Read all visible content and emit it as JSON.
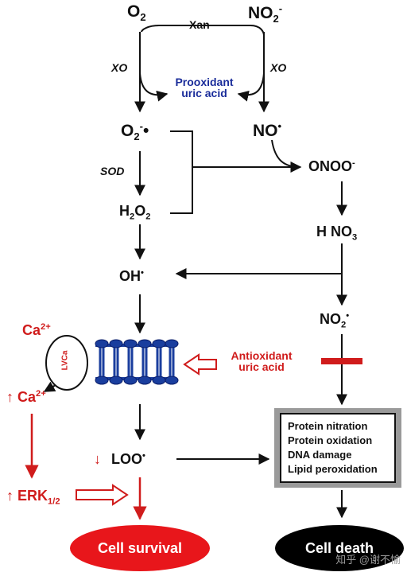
{
  "colors": {
    "black": "#111111",
    "red": "#d01c1c",
    "blue": "#1a2c9a",
    "membrane": "#1a3e9e",
    "survival": "#e8161b",
    "death": "#000000"
  },
  "nodes": {
    "o2": "O",
    "o2_sub": "2",
    "no2_top": "NO",
    "no2_top_sub": "2",
    "no2_top_sup": "-",
    "xan": "Xan",
    "xo_left": "XO",
    "xo_right": "XO",
    "prooxidant_line1": "Prooxidant",
    "prooxidant_line2": "uric acid",
    "superoxide": "O",
    "superoxide_sub": "2",
    "superoxide_sup": "-",
    "radical_dot": "•",
    "no": "NO",
    "no_dot": "•",
    "sod": "SOD",
    "onoo": "ONOO",
    "onoo_sup": "-",
    "h2o2_h": "H",
    "h2o2_sub1": "2",
    "h2o2_o": "O",
    "h2o2_sub2": "2",
    "hno3_h": "H NO",
    "hno3_sub": "3",
    "oh": "OH",
    "oh_dot": "•",
    "no2_radical": "NO",
    "no2_radical_sub": "2",
    "no2_radical_dot": "•",
    "ca_top": "Ca",
    "ca_top_sup": "2+",
    "lvca": "LVCa",
    "ca_bottom": "Ca",
    "ca_bottom_sup": "2+",
    "antioxidant_line1": "Antioxidant",
    "antioxidant_line2": "uric acid",
    "loo": "LOO",
    "loo_dot": "•",
    "erk": "ERK",
    "erk_sub": "1/2",
    "arrow_up": "↑",
    "arrow_down": "↓"
  },
  "damage_box": [
    "Protein nitration",
    "Protein oxidation",
    "DNA damage",
    "Lipid peroxidation"
  ],
  "outcomes": {
    "survival": "Cell survival",
    "death": "Cell death"
  },
  "watermark": "知乎 @谢不愉"
}
